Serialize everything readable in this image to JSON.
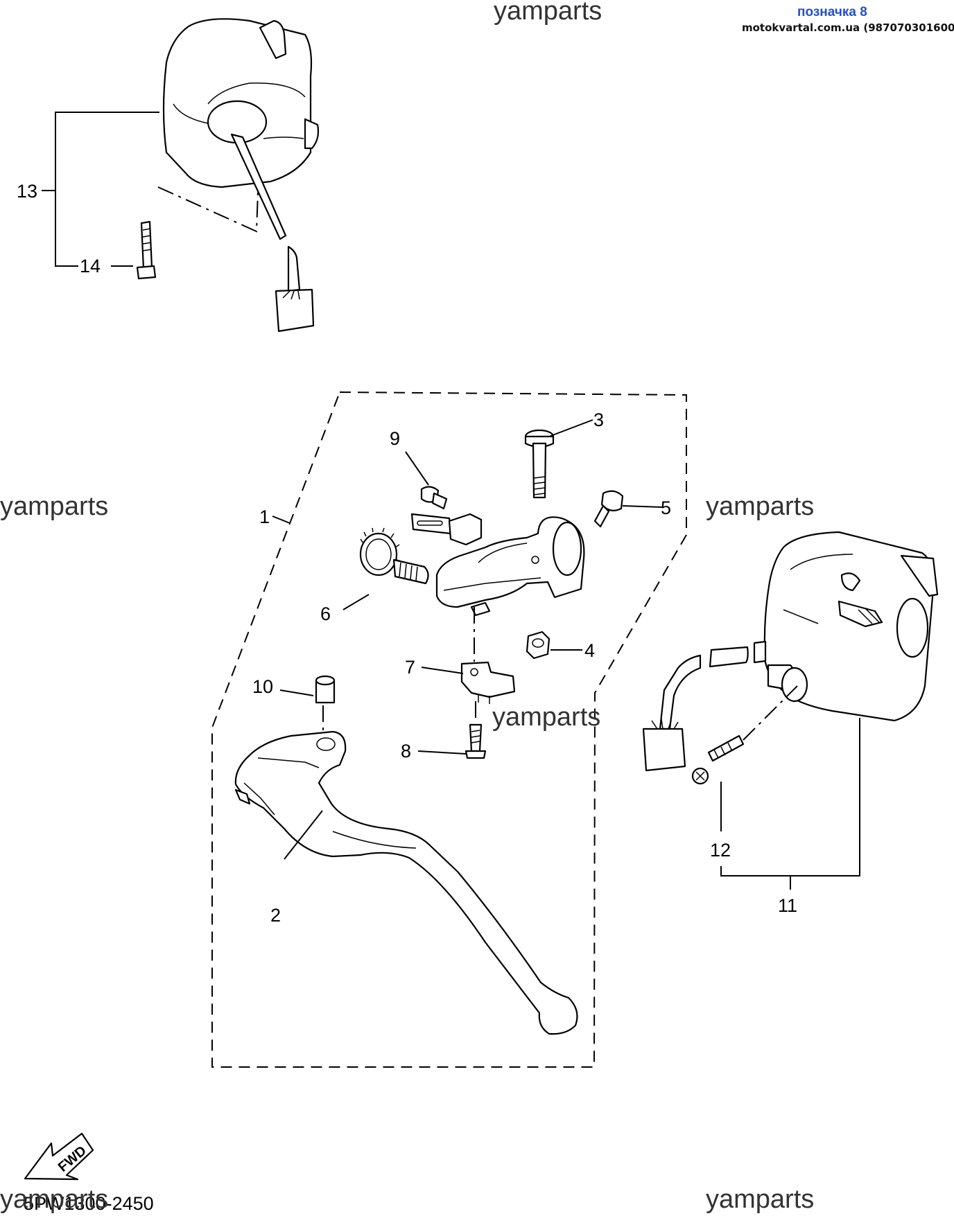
{
  "watermarks": {
    "top": "yamparts",
    "left": "yamparts",
    "right": "yamparts",
    "middle": "yamparts",
    "bottom_left": "yamparts",
    "bottom_right": "yamparts"
  },
  "badge": {
    "title": "позначка 8",
    "subtitle": "motokvartal.com.ua (987070301600)"
  },
  "callouts": {
    "c1": "1",
    "c2": "2",
    "c3": "3",
    "c4": "4",
    "c5": "5",
    "c6": "6",
    "c7": "7",
    "c8": "8",
    "c9": "9",
    "c10": "10",
    "c11": "11",
    "c12": "12",
    "c13": "13",
    "c14": "14"
  },
  "fwd_label": "FWD",
  "diagram_code": "5PW1300-2450"
}
